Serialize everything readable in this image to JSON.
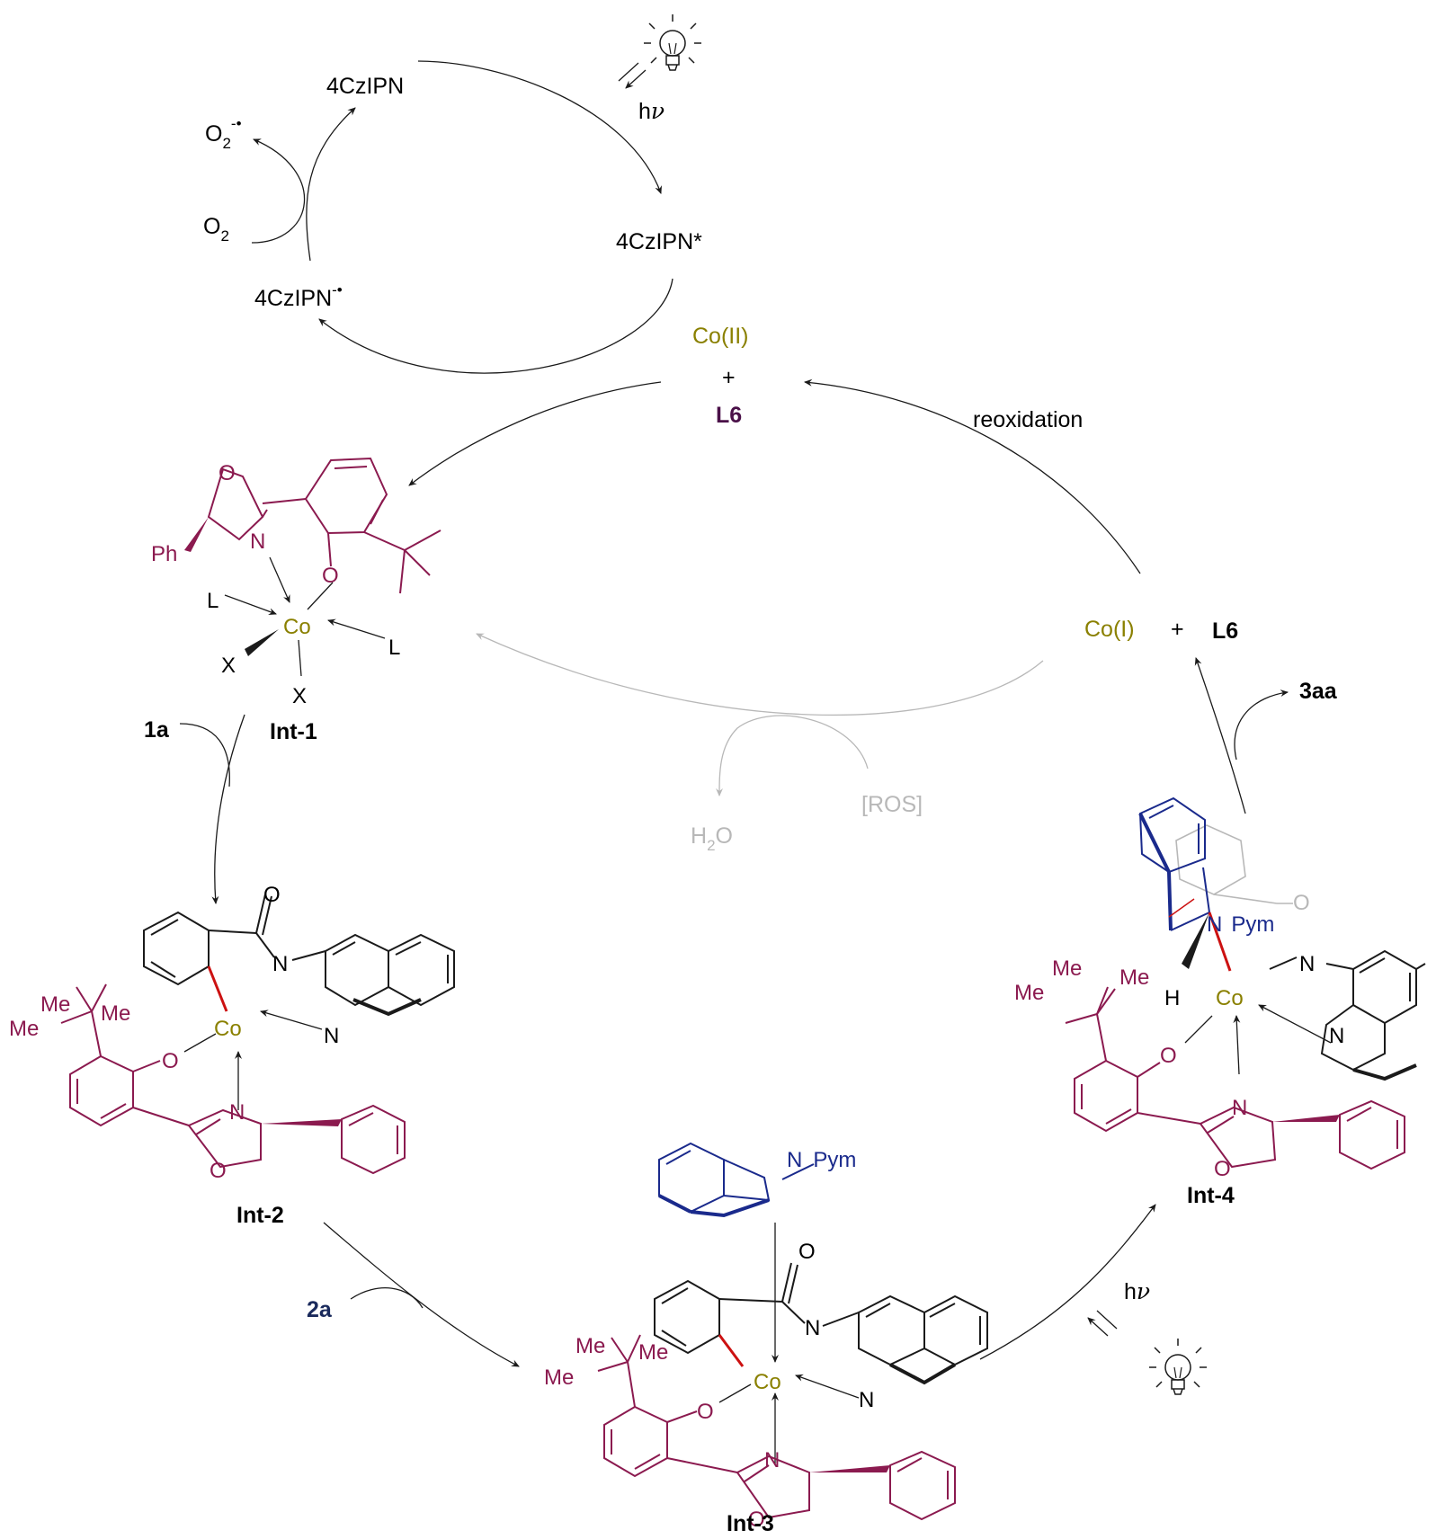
{
  "colors": {
    "black": "#1a1a1a",
    "cobalt": "#8a8000",
    "ligand": "#8b1a4f",
    "indole": "#1a2a8c",
    "grey": "#b8b8b8",
    "red": "#cc1111",
    "ligand_label": "#4a1048"
  },
  "photocycle": {
    "catalyst": "4CzIPN",
    "excited": "4CzIPN*",
    "reduced": "4CzIPN",
    "reduced_sup": "-•",
    "o2": "O",
    "o2_sub": "2",
    "superoxide": "O",
    "superoxide_sub": "2",
    "superoxide_sup": "-•",
    "light_label": "h",
    "light_nu": "ν"
  },
  "cobalt_cycle": {
    "co2": "Co(II)",
    "plus": "+",
    "ligand": "L6",
    "reoxidation": "reoxidation",
    "co1": "Co(I)",
    "plus2": "+",
    "ligand2": "L6",
    "product": "3aa",
    "ros": "[ROS]",
    "water": "H",
    "water_sub": "2",
    "water_o": "O",
    "substrate1": "1a",
    "substrate2": "2a",
    "light_label": "h",
    "light_nu": "ν"
  },
  "intermediates": {
    "int1": "Int-1",
    "int2": "Int-2",
    "int3": "Int-3",
    "int4": "Int-4"
  },
  "atoms": {
    "co": "Co",
    "o": "O",
    "n": "N",
    "ph": "Ph",
    "l": "L",
    "x": "X",
    "me": "Me",
    "h": "H",
    "pym": "Pym",
    "n_pym": "N−Pym"
  }
}
